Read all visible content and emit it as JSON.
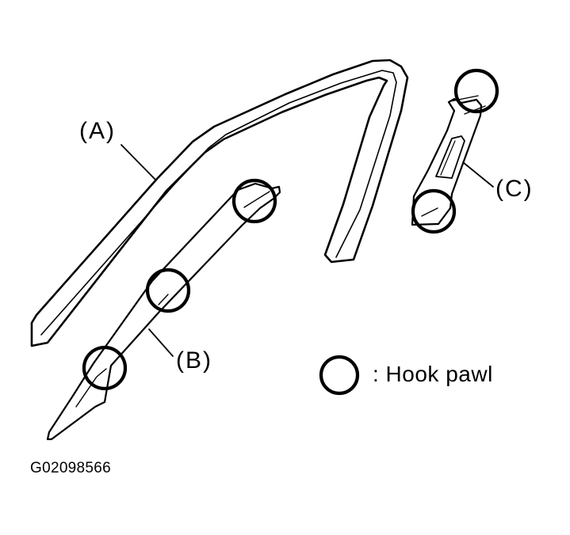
{
  "parts": {
    "a": {
      "label": "(A)"
    },
    "b": {
      "label": "(B)"
    },
    "c": {
      "label": "(C)"
    }
  },
  "legend": {
    "text": ": Hook pawl",
    "icon": "circle-outline-icon"
  },
  "figure": {
    "code": "G02098566"
  },
  "colors": {
    "ink": "#000000",
    "background": "#ffffff"
  }
}
